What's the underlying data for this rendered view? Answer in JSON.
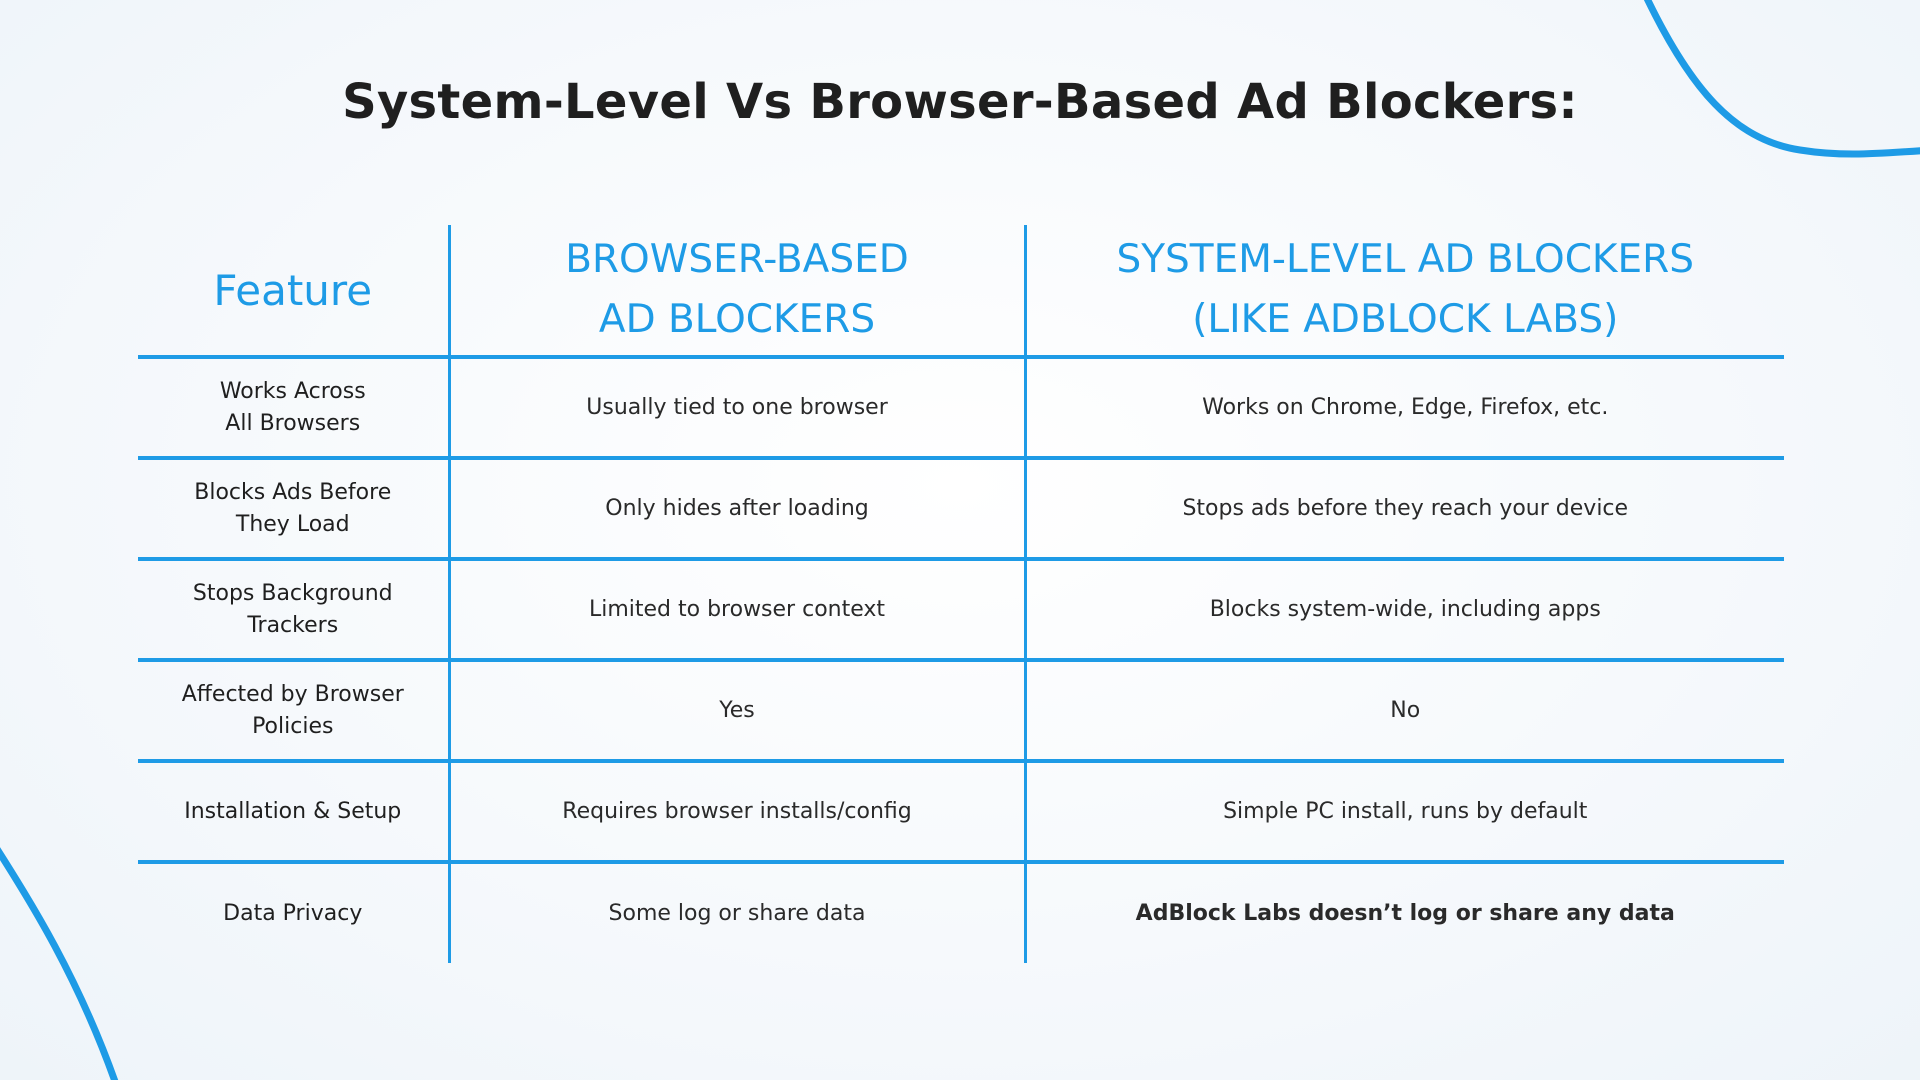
{
  "title": "System-Level Vs Browser-Based Ad Blockers:",
  "colors": {
    "accent": "#1e9be6",
    "text": "#222222",
    "background": "#f6f9fc"
  },
  "table": {
    "headers": {
      "feature": "Feature",
      "browser_based": [
        "BROWSER-BASED",
        "AD BLOCKERS"
      ],
      "system_level": [
        "SYSTEM-LEVEL AD BLOCKERS",
        "(LIKE ADBLOCK LABS)"
      ]
    },
    "rows": [
      {
        "feature": [
          "Works Across",
          "All Browsers"
        ],
        "browser_based": "Usually tied to one browser",
        "system_level": "Works on Chrome, Edge, Firefox, etc."
      },
      {
        "feature": [
          "Blocks Ads Before",
          "They Load"
        ],
        "browser_based": "Only hides after loading",
        "system_level": "Stops ads before they reach your device"
      },
      {
        "feature": [
          "Stops Background",
          "Trackers"
        ],
        "browser_based": "Limited to browser context",
        "system_level": "Blocks system-wide, including apps"
      },
      {
        "feature": [
          "Affected by Browser",
          "Policies"
        ],
        "browser_based": "Yes",
        "system_level": "No"
      },
      {
        "feature": [
          "Installation & Setup"
        ],
        "browser_based": "Requires browser installs/config",
        "system_level": "Simple PC install, runs by default"
      },
      {
        "feature": [
          "Data Privacy"
        ],
        "browser_based": "Some log or share data",
        "system_level": "AdBlock Labs doesn’t log or share any data"
      }
    ]
  }
}
